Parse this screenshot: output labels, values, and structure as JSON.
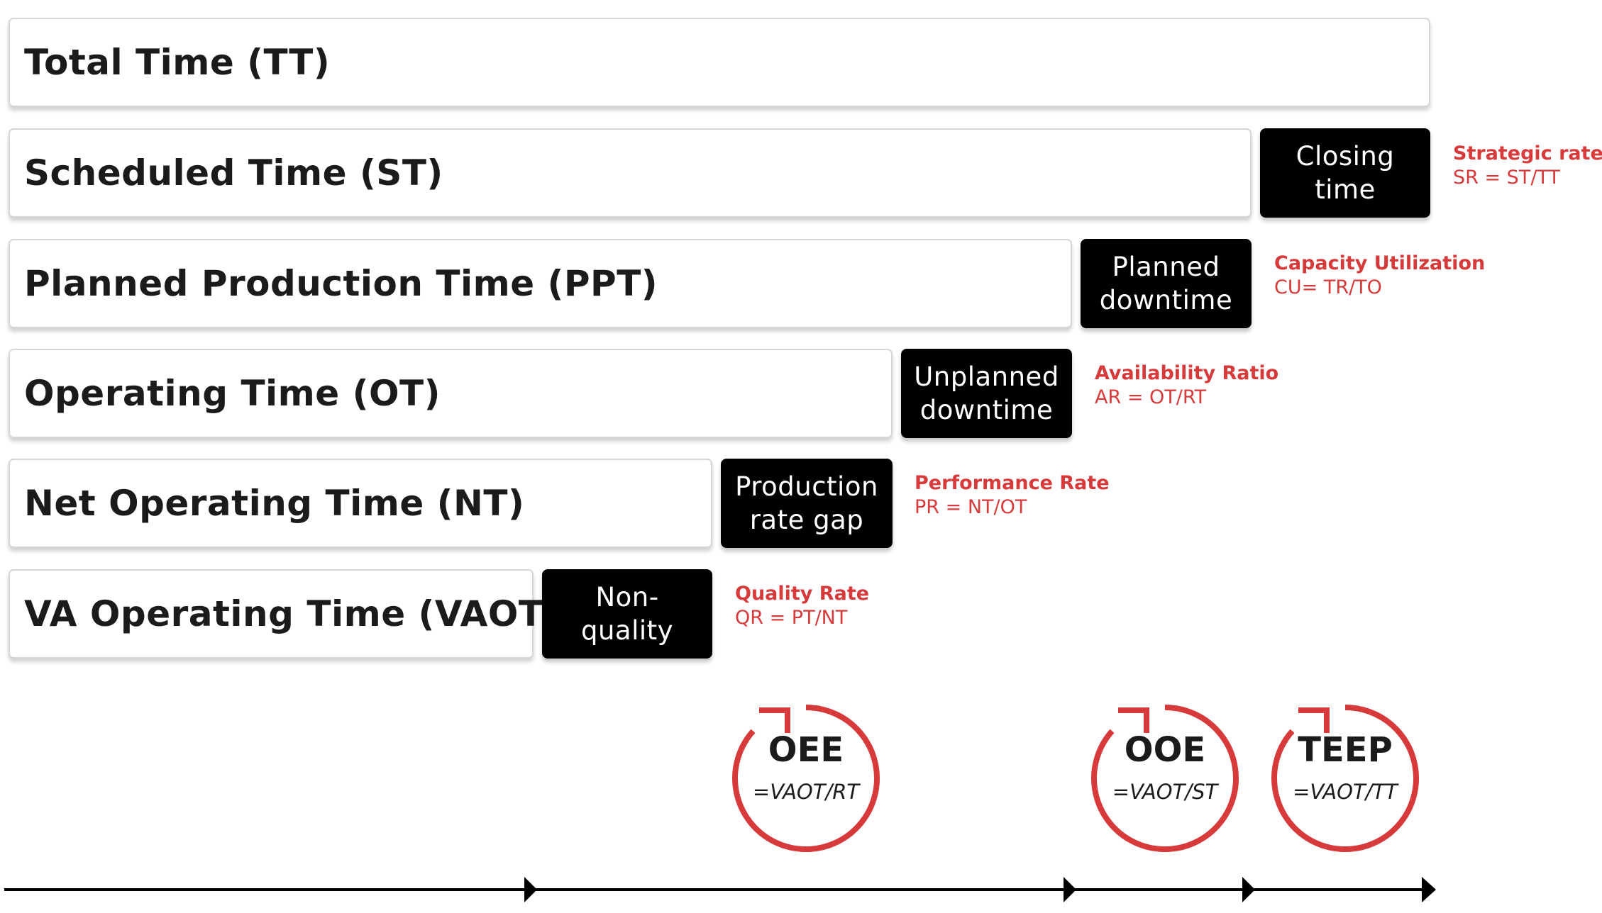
{
  "time_bars": [
    {
      "label": "Total Time (TT)"
    },
    {
      "label": "Scheduled Time (ST)"
    },
    {
      "label": "Planned Production Time (PPT)"
    },
    {
      "label": "Operating Time (OT)"
    },
    {
      "label": "Net Operating Time (NT)"
    },
    {
      "label": "VA Operating Time (VAOT)"
    }
  ],
  "losses": [
    {
      "label": "Closing\ntime"
    },
    {
      "label": "Planned\ndowntime"
    },
    {
      "label": "Unplanned\ndowntime"
    },
    {
      "label": "Production\nrate gap"
    },
    {
      "label": "Non-\nquality"
    }
  ],
  "ratios": [
    {
      "name": "Strategic rate",
      "formula": "SR = ST/TT"
    },
    {
      "name": "Capacity Utilization",
      "formula": "CU= TR/TO"
    },
    {
      "name": "Availability Ratio",
      "formula": "AR = OT/RT"
    },
    {
      "name": "Performance Rate",
      "formula": "PR = NT/OT"
    },
    {
      "name": "Quality Rate",
      "formula": "QR = PT/NT"
    }
  ],
  "indicators": [
    {
      "name": "OEE",
      "formula": "=VAOT/RT"
    },
    {
      "name": "OOE",
      "formula": "=VAOT/ST"
    },
    {
      "name": "TEEP",
      "formula": "=VAOT/TT"
    }
  ],
  "colors": {
    "accent": "#d63a3a",
    "loss_box": "#000000",
    "text": "#1b1b1b",
    "bar_border": "#d6d6d6"
  }
}
